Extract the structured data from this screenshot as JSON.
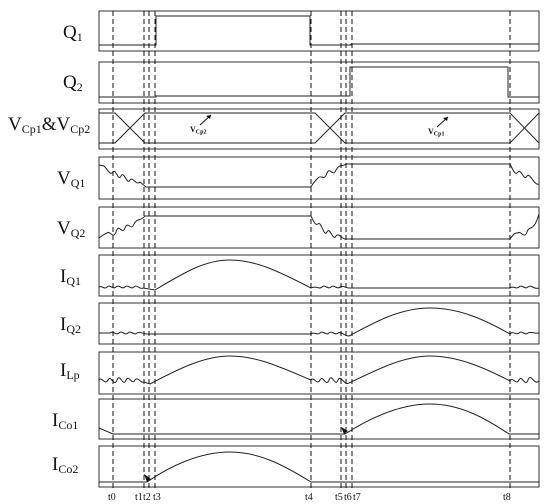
{
  "rows": [
    {
      "id": "q1",
      "main": "Q",
      "sub": "1"
    },
    {
      "id": "q2",
      "main": "Q",
      "sub": "2"
    },
    {
      "id": "vcp",
      "main": "V",
      "sub": "Cp1",
      "main2": "&V",
      "sub2": "Cp2"
    },
    {
      "id": "vq1",
      "main": "V",
      "sub": "Q1"
    },
    {
      "id": "vq2",
      "main": "V",
      "sub": "Q2"
    },
    {
      "id": "iq1",
      "main": "I",
      "sub": "Q1"
    },
    {
      "id": "iq2",
      "main": "I",
      "sub": "Q2"
    },
    {
      "id": "ilp",
      "main": "I",
      "sub": "Lp"
    },
    {
      "id": "ico1",
      "main": "I",
      "sub": "Co1"
    },
    {
      "id": "ico2",
      "main": "I",
      "sub": "Co2"
    }
  ],
  "time_labels": [
    "t0",
    "t1",
    "t2",
    "t3",
    "t4",
    "t5",
    "t6",
    "t7",
    "t8"
  ],
  "annotations": [
    {
      "main": "V",
      "sub": "Cp2"
    },
    {
      "main": "V",
      "sub": "Cp1"
    }
  ]
}
